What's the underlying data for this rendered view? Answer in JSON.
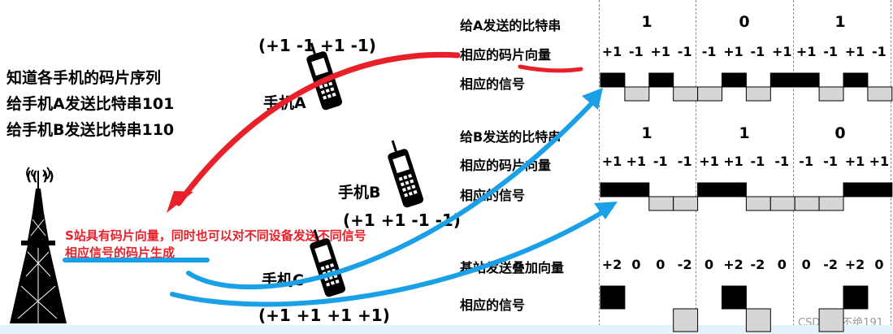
{
  "left_info": {
    "line1": "知道各手机的码片序列",
    "line2": "给手机A发送比特串101",
    "line3": "给手机B发送比特串110"
  },
  "phones": {
    "a": {
      "label": "手机A",
      "code": "(+1 -1 +1 -1)"
    },
    "b": {
      "label": "手机B",
      "code": "(+1 +1 -1 -1)"
    },
    "c": {
      "label": "手机C",
      "code": "(+1 +1 +1 +1)"
    }
  },
  "station_note": {
    "line1": "S站具有码片向量，同时也可以对不同设备发送不同信号",
    "line2": "相应信号的码片生成"
  },
  "section_a": {
    "bits_label": "给A发送的比特串",
    "bits": [
      "1",
      "0",
      "1"
    ],
    "vector_label": "相应的码片向量",
    "chips": [
      "+1",
      "-1",
      "+1",
      "-1",
      "-1",
      "+1",
      "-1",
      "+1",
      "+1",
      "-1",
      "+1",
      "-1"
    ],
    "signal_label": "相应的信号",
    "signal": [
      1,
      -1,
      1,
      -1,
      -1,
      1,
      -1,
      1,
      1,
      -1,
      1,
      -1
    ]
  },
  "section_b": {
    "bits_label": "给B发送的比特串",
    "bits": [
      "1",
      "1",
      "0"
    ],
    "vector_label": "相应的码片向量",
    "chips": [
      "+1",
      "+1",
      "-1",
      "-1",
      "+1",
      "+1",
      "-1",
      "-1",
      "-1",
      "-1",
      "+1",
      "+1"
    ],
    "signal_label": "相应的信号",
    "signal": [
      1,
      1,
      -1,
      -1,
      1,
      1,
      -1,
      -1,
      -1,
      -1,
      1,
      1
    ]
  },
  "section_sum": {
    "vector_label": "基站发送叠加向量",
    "chips": [
      "+2",
      "0",
      "0",
      "-2",
      "0",
      "+2",
      "-2",
      "0",
      "0",
      "-2",
      "+2",
      "0"
    ],
    "signal_label": "相应的信号",
    "signal": [
      2,
      0,
      0,
      -2,
      0,
      2,
      -2,
      0,
      0,
      -2,
      2,
      0
    ]
  },
  "watermark": "CSDN @不绝191",
  "colors": {
    "red_arrow": "#e8202a",
    "blue_arrow": "#1aa0e6",
    "grey_pulse": "#d6d6d6"
  }
}
